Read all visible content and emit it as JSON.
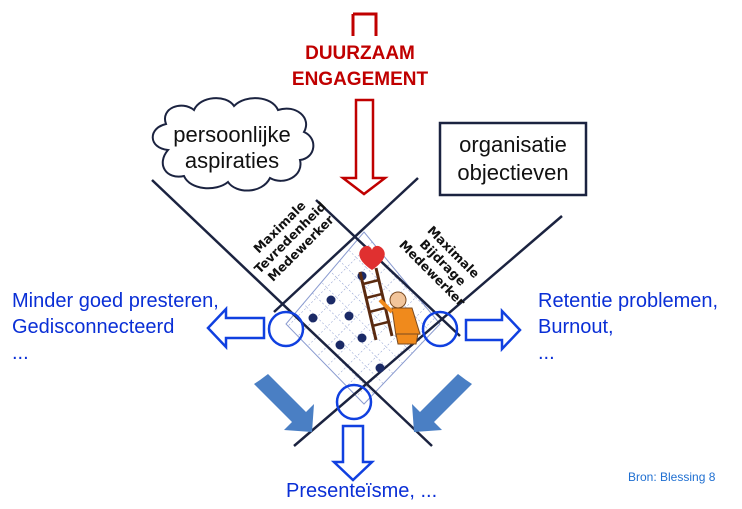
{
  "title": {
    "line1": "DUURZAAM",
    "line2": "ENGAGEMENT"
  },
  "cloud": {
    "line1": "persoonlijke",
    "line2": "aspiraties"
  },
  "box": {
    "line1": "organisatie",
    "line2": "objectieven"
  },
  "axis_left": {
    "line1": "Maximale",
    "line2": "Tevredenheid",
    "line3": "Medewerker"
  },
  "axis_right": {
    "line1": "Maximale",
    "line2": "Bijdrage",
    "line3": "Medewerker"
  },
  "left_outcome": {
    "line1": "Minder goed presteren,",
    "line2": "Gedisconnecteerd",
    "line3": "..."
  },
  "right_outcome": {
    "line1": "Retentie problemen,",
    "line2": "Burnout,",
    "line3": "..."
  },
  "bottom_outcome": "Presenteïsme, ...",
  "source": "Bron: Blessing 8",
  "colors": {
    "engagement_red": "#c00000",
    "text_blue": "#0a2fd6",
    "arrow_fill": "#4a7fc4",
    "dot": "#1b2a66"
  },
  "icons": [
    "heart-icon",
    "ladder-worker-icon"
  ]
}
